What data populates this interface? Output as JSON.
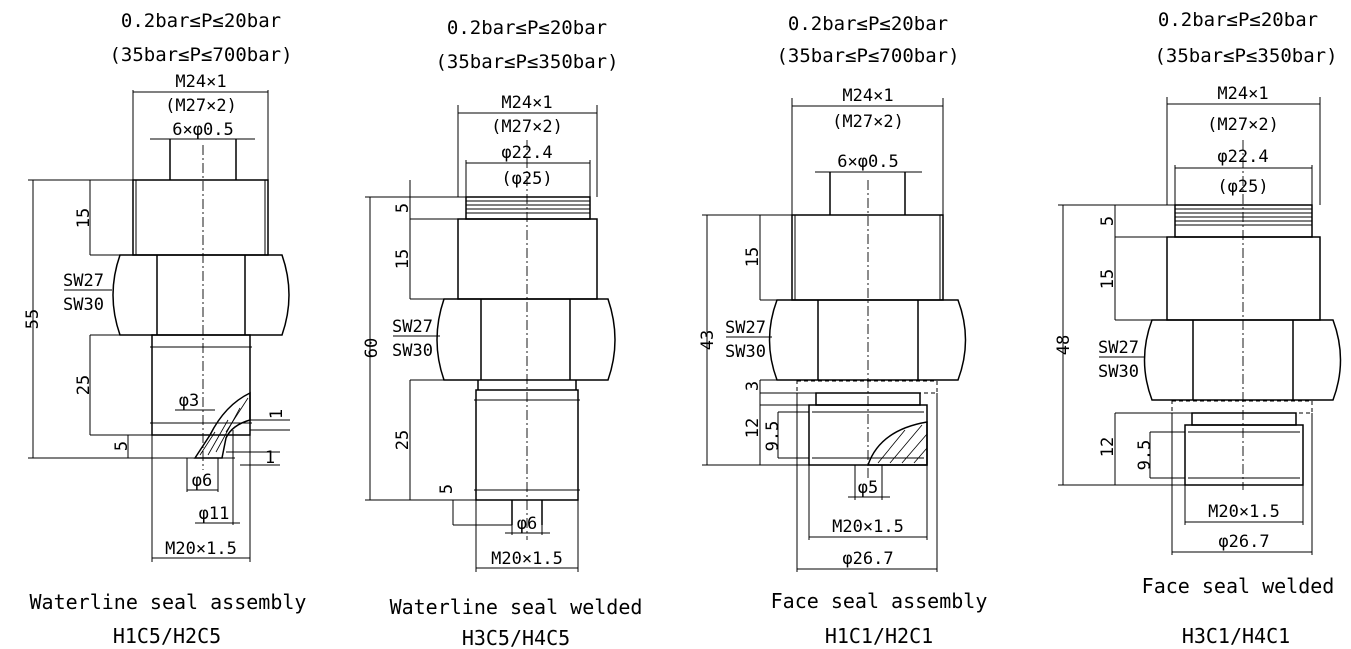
{
  "variants": [
    {
      "pressure_range": "0.2bar≤P≤20bar",
      "pressure_range_alt": "(35bar≤P≤700bar)",
      "thread_top": "M24×1",
      "thread_top_alt": "(M27×2)",
      "pins": "6×φ0.5",
      "dim_overall": "55",
      "dim_top": "15",
      "hex": "SW27",
      "hex_alt": "SW30",
      "dim_lower": "25",
      "dim_small": "5",
      "bore": "φ3",
      "bore2": "φ6",
      "seal_od": "φ11",
      "dim_one_a": "1",
      "dim_one_b": "1",
      "thread_bottom": "M20×1.5",
      "caption": "Waterline seal assembly",
      "model": "H1C5/H2C5"
    },
    {
      "pressure_range": "0.2bar≤P≤20bar",
      "pressure_range_alt": "(35bar≤P≤350bar)",
      "thread_top": "M24×1",
      "thread_top_alt": "(M27×2)",
      "body_d": "φ22.4",
      "body_d_alt": "(φ25)",
      "dim_overall": "60",
      "dim_thread": "5",
      "dim_top": "15",
      "hex": "SW27",
      "hex_alt": "SW30",
      "dim_lower": "25",
      "dim_small": "5",
      "bore": "φ6",
      "thread_bottom": "M20×1.5",
      "caption": "Waterline seal welded",
      "model": "H3C5/H4C5"
    },
    {
      "pressure_range": "0.2bar≤P≤20bar",
      "pressure_range_alt": "(35bar≤P≤700bar)",
      "thread_top": "M24×1",
      "thread_top_alt": "(M27×2)",
      "pins": "6×φ0.5",
      "dim_overall": "43",
      "dim_top": "15",
      "hex": "SW27",
      "hex_alt": "SW30",
      "dim_seal": "3",
      "dim_thread_len": "12",
      "dim_thread_eff": "9.5",
      "bore": "φ5",
      "thread_bottom": "M20×1.5",
      "face_d": "φ26.7",
      "caption": "Face seal assembly",
      "model": "H1C1/H2C1"
    },
    {
      "pressure_range": "0.2bar≤P≤20bar",
      "pressure_range_alt": "(35bar≤P≤350bar)",
      "thread_top": "M24×1",
      "thread_top_alt": "(M27×2)",
      "body_d": "φ22.4",
      "body_d_alt": "(φ25)",
      "dim_overall": "48",
      "dim_thread": "5",
      "dim_top": "15",
      "hex": "SW27",
      "hex_alt": "SW30",
      "dim_thread_len": "12",
      "dim_thread_eff": "9.5",
      "thread_bottom": "M20×1.5",
      "face_d": "φ26.7",
      "caption": "Face seal welded",
      "model": "H3C1/H4C1"
    }
  ]
}
